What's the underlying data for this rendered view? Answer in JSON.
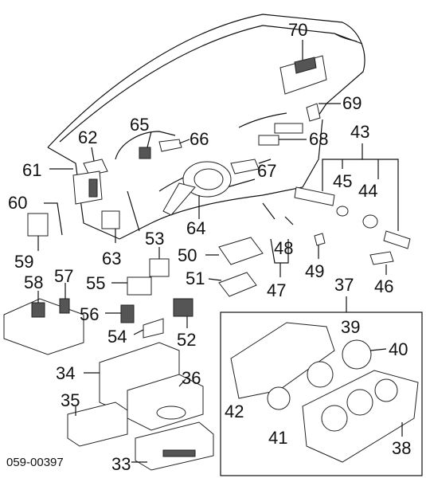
{
  "diagram_code": "059-00397",
  "callouts": [
    {
      "id": "c70",
      "text": "70"
    },
    {
      "id": "c69",
      "text": "69"
    },
    {
      "id": "c68",
      "text": "68"
    },
    {
      "id": "c67",
      "text": "67"
    },
    {
      "id": "c66",
      "text": "66"
    },
    {
      "id": "c65",
      "text": "65"
    },
    {
      "id": "c64",
      "text": "64"
    },
    {
      "id": "c63",
      "text": "63"
    },
    {
      "id": "c62",
      "text": "62"
    },
    {
      "id": "c61",
      "text": "61"
    },
    {
      "id": "c60",
      "text": "60"
    },
    {
      "id": "c59",
      "text": "59"
    },
    {
      "id": "c58",
      "text": "58"
    },
    {
      "id": "c57",
      "text": "57"
    },
    {
      "id": "c56",
      "text": "56"
    },
    {
      "id": "c55",
      "text": "55"
    },
    {
      "id": "c54",
      "text": "54"
    },
    {
      "id": "c53",
      "text": "53"
    },
    {
      "id": "c52",
      "text": "52"
    },
    {
      "id": "c51",
      "text": "51"
    },
    {
      "id": "c50",
      "text": "50"
    },
    {
      "id": "c49",
      "text": "49"
    },
    {
      "id": "c48",
      "text": "48"
    },
    {
      "id": "c47",
      "text": "47"
    },
    {
      "id": "c46",
      "text": "46"
    },
    {
      "id": "c45",
      "text": "45"
    },
    {
      "id": "c44",
      "text": "44"
    },
    {
      "id": "c43",
      "text": "43"
    },
    {
      "id": "c42",
      "text": "42"
    },
    {
      "id": "c41",
      "text": "41"
    },
    {
      "id": "c40",
      "text": "40"
    },
    {
      "id": "c39",
      "text": "39"
    },
    {
      "id": "c38",
      "text": "38"
    },
    {
      "id": "c37",
      "text": "37"
    },
    {
      "id": "c36",
      "text": "36"
    },
    {
      "id": "c35",
      "text": "35"
    },
    {
      "id": "c34",
      "text": "34"
    },
    {
      "id": "c33",
      "text": "33"
    }
  ]
}
